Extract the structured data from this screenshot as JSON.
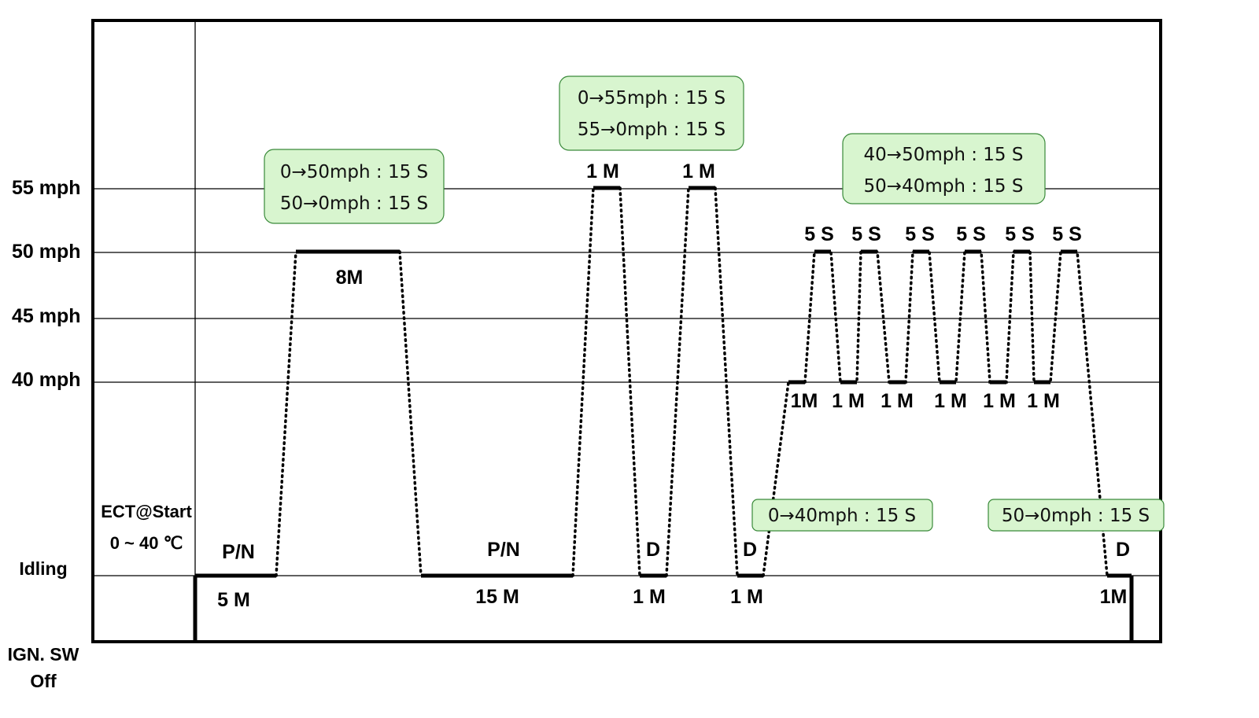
{
  "y_axis": {
    "mph55": "55 mph",
    "mph50": "50 mph",
    "mph45": "45 mph",
    "mph40": "40 mph",
    "idling": "Idling",
    "ign_line1": "IGN. SW",
    "ign_line2": "Off"
  },
  "ect": {
    "line1": "ECT@Start",
    "line2": "0 ~ 40 ℃"
  },
  "labels": {
    "pn1": "P/N",
    "t5m": "5 M",
    "t8m": "8M",
    "pn2": "P/N",
    "t15m": "15 M",
    "m55a": "1 M",
    "d1": "D",
    "t1m_a": "1 M",
    "m55b": "1 M",
    "d2": "D",
    "t1m_b": "1 M",
    "s5": [
      "5 S",
      "5 S",
      "5 S",
      "5 S",
      "5 S",
      "5 S"
    ],
    "m40": [
      "1M",
      "1 M",
      "1 M",
      "1 M",
      "1 M",
      "1 M"
    ],
    "d3": "D",
    "t1m_end": "1M"
  },
  "notes": {
    "box1": {
      "line1": "0→50mph : 15 S",
      "line2": "50→0mph : 15 S"
    },
    "box2": {
      "line1": "0→55mph : 15 S",
      "line2": "55→0mph : 15 S"
    },
    "box3": {
      "line1": "40→50mph : 15 S",
      "line2": "50→40mph : 15 S"
    },
    "box4": "0→40mph : 15 S",
    "box5": "50→0mph : 15 S"
  },
  "colors": {
    "note_fill": "#d8f5cf",
    "note_border": "#3a8a3a"
  }
}
